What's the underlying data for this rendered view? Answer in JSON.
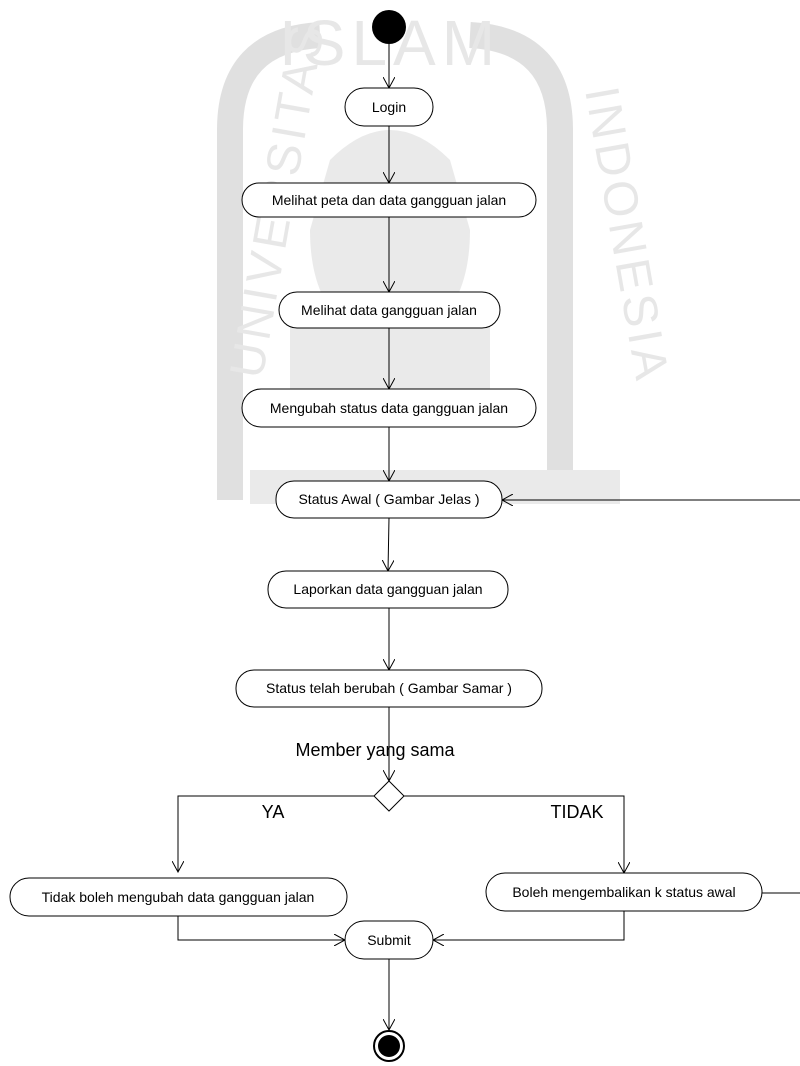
{
  "watermark": {
    "top_text": "ISLAM",
    "left_text": "UNIVERSITAS",
    "right_text": "INDONESIA",
    "color": "#c8c8c8"
  },
  "nodes": {
    "login": "Login",
    "view_map": "Melihat peta dan data gangguan jalan",
    "view_data": "Melihat data gangguan jalan",
    "change_status": "Mengubah status data gangguan jalan",
    "status_initial": "Status Awal ( Gambar Jelas )",
    "report": "Laporkan data gangguan jalan",
    "status_changed": "Status telah berubah ( Gambar Samar )",
    "not_allowed": "Tidak boleh mengubah data gangguan jalan",
    "allowed": "Boleh mengembalikan k status awal",
    "submit": "Submit"
  },
  "decision": {
    "question": "Member yang sama",
    "yes": "YA",
    "no": "TIDAK"
  }
}
